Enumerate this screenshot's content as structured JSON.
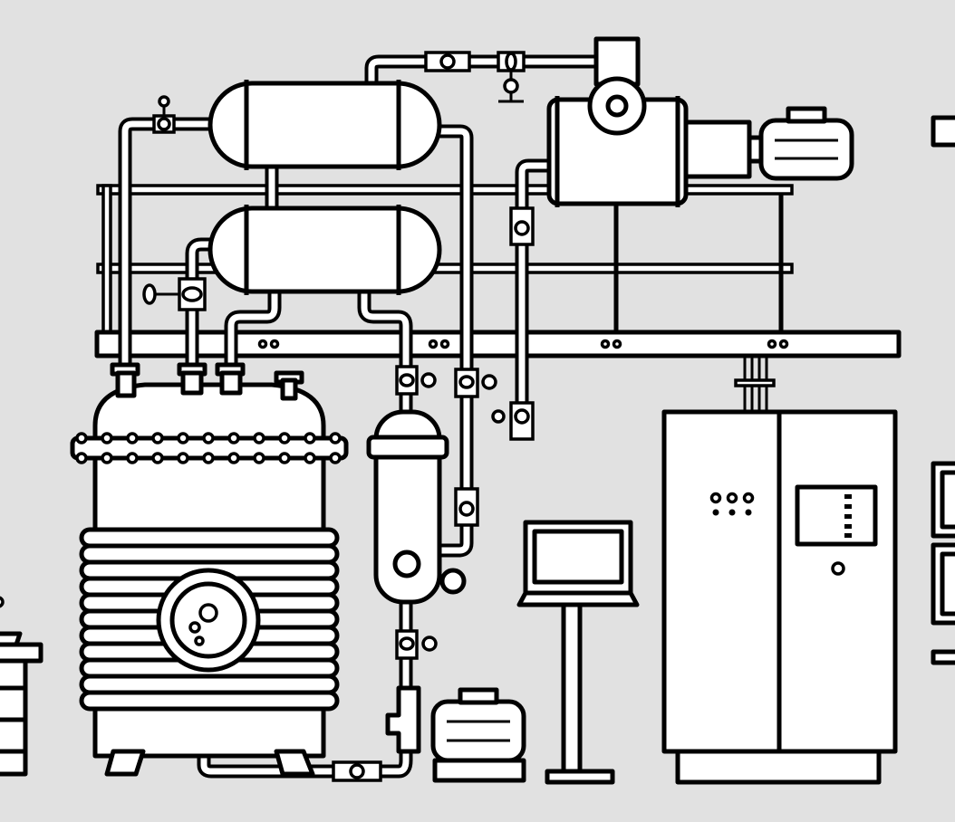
{
  "scene": {
    "title": "",
    "components": [
      "reactor",
      "heat-exchanger-upper",
      "heat-exchanger-lower",
      "condenser-unit",
      "separator-column",
      "feed-pump",
      "control-terminal",
      "control-cabinet",
      "support-frame"
    ]
  },
  "colors": {
    "background": "#e1e1e1",
    "outline": "#000000",
    "fill": "#ffffff"
  }
}
